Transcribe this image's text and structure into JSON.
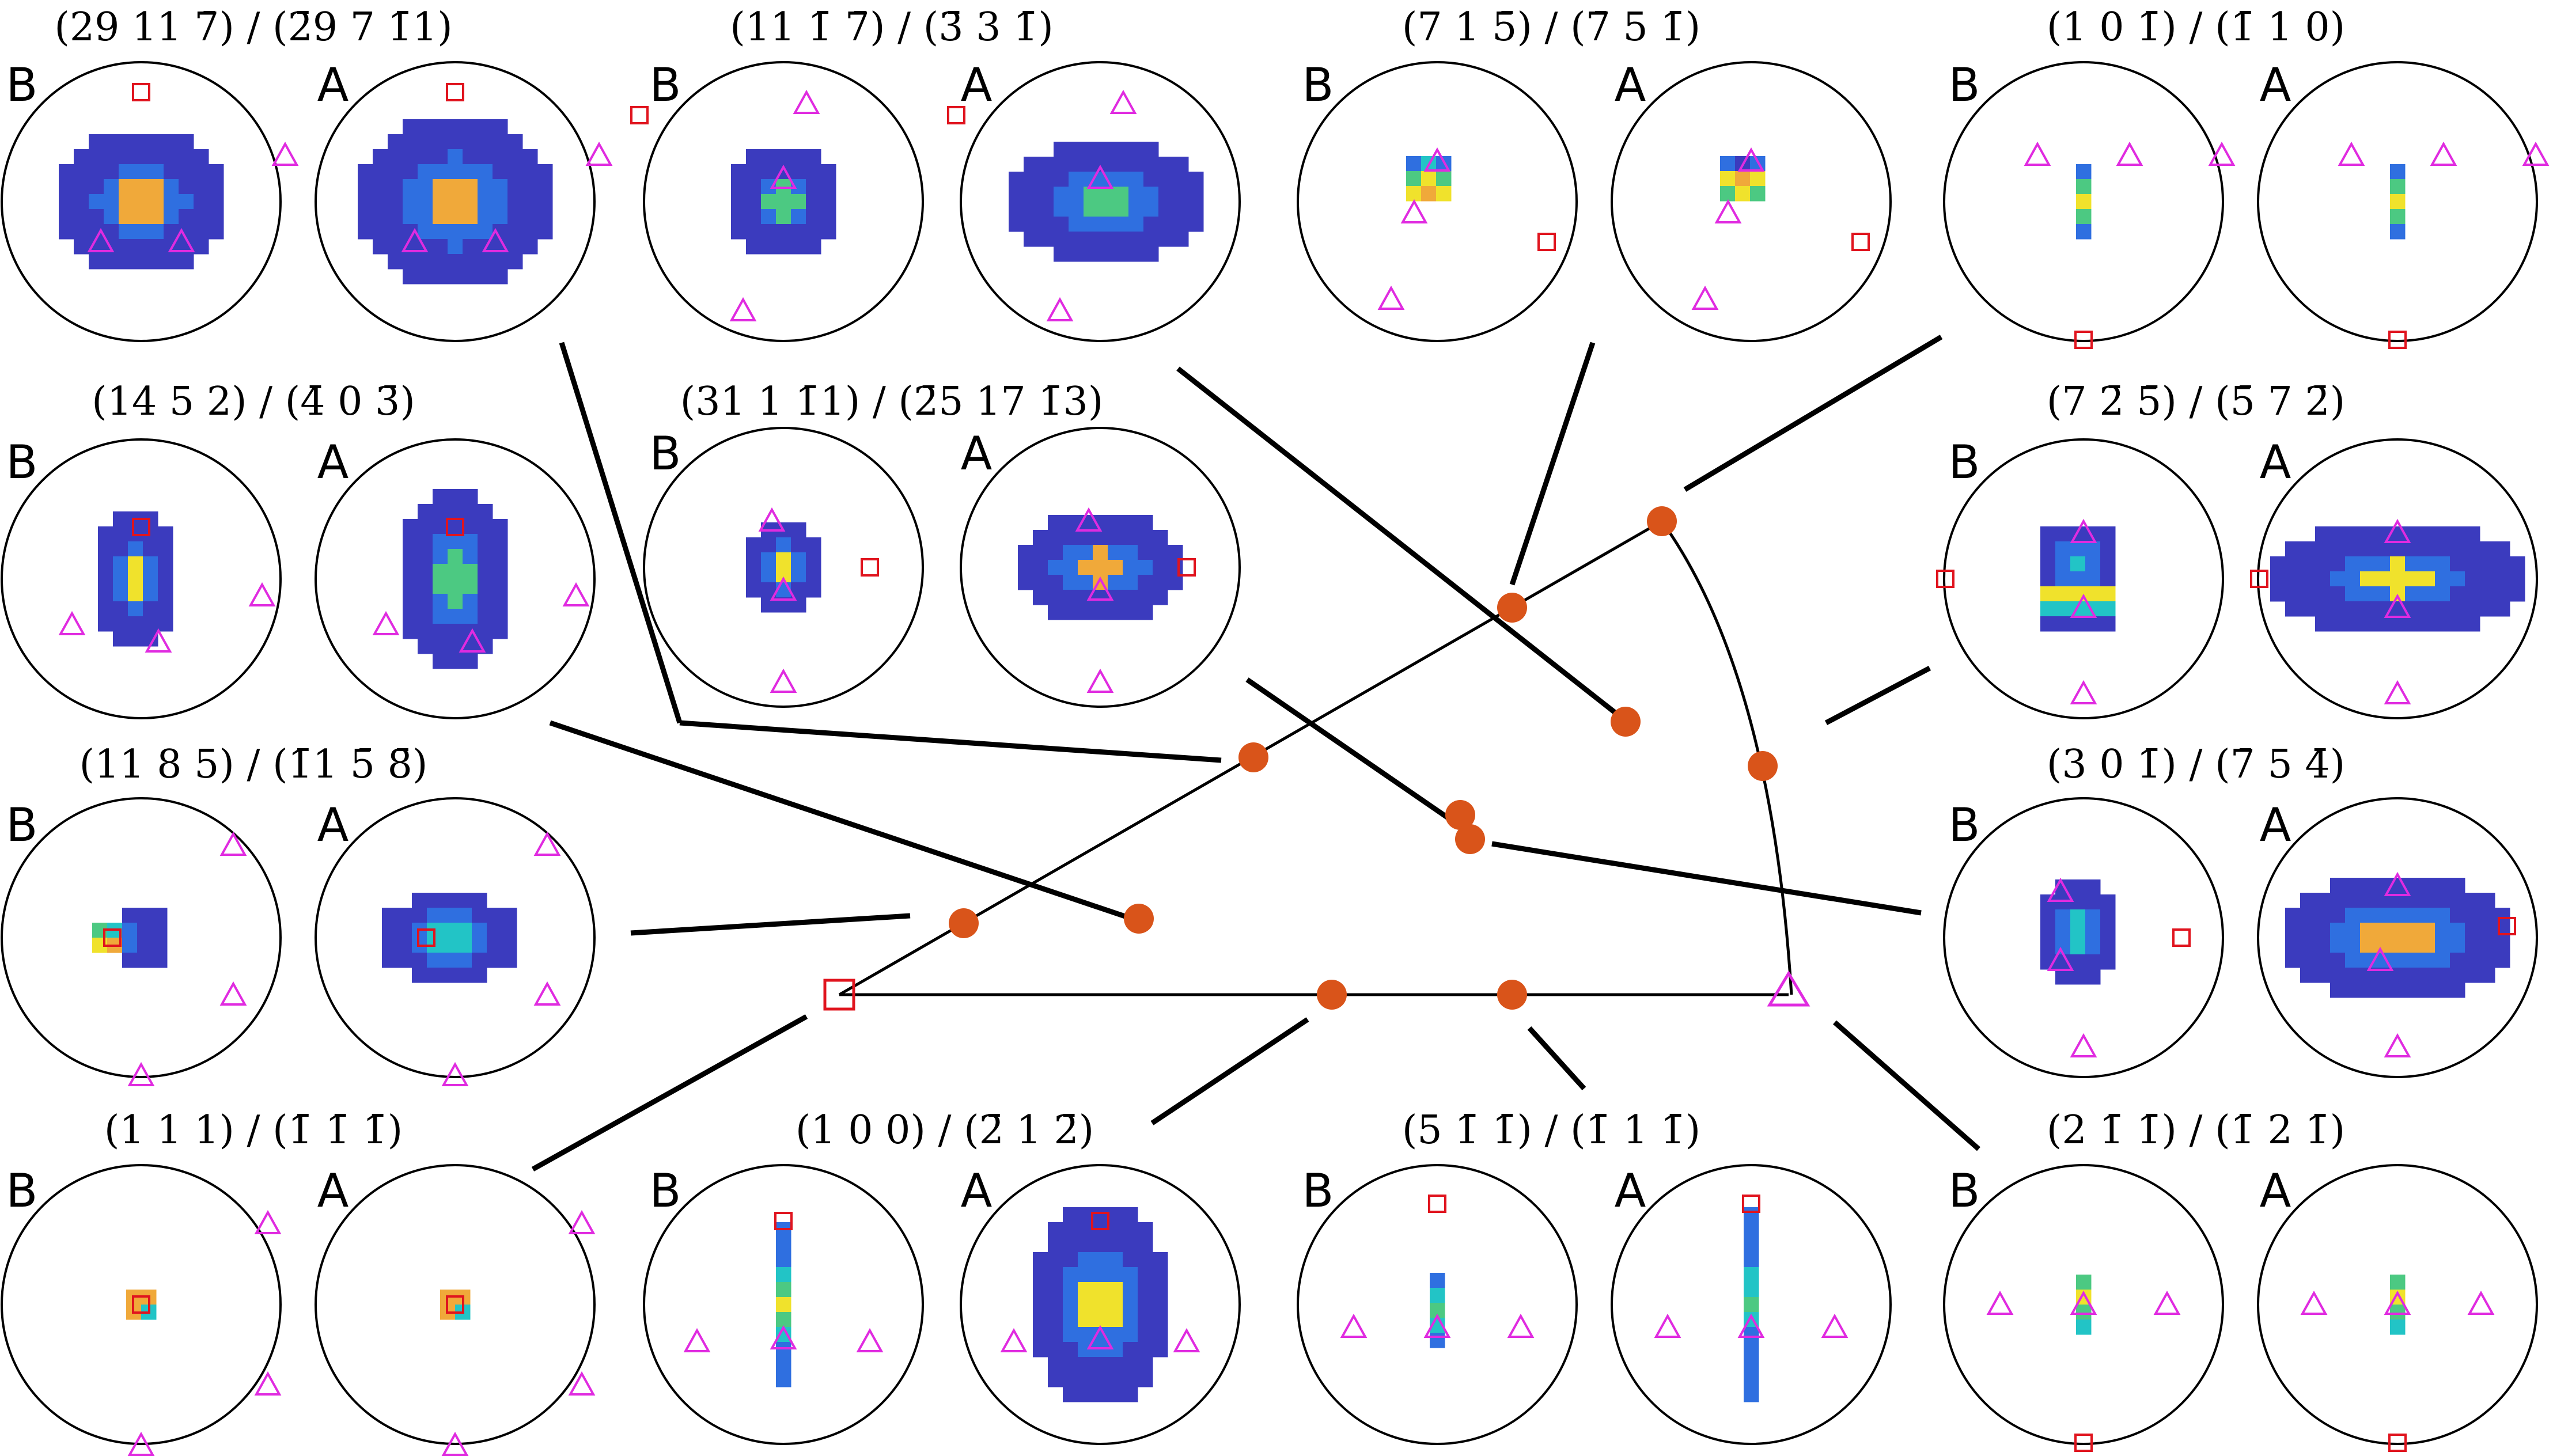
{
  "colors": {
    "pixel_low": "#3b3bbe",
    "pixel_mid": "#2f6fe0",
    "pixel_cyan": "#22c4c6",
    "pixel_green": "#4cc982",
    "pixel_yellow": "#f0e22c",
    "pixel_orange": "#f0a93a",
    "triangle_marker": "#e02be0",
    "square_marker": "#e0141e",
    "dot_marker": "#d9541a"
  },
  "icons": {
    "triangle": "triangle-icon",
    "square": "square-icon",
    "dot": "dot-icon"
  },
  "panels": [
    {
      "title": "(29 11 7̄) / (2̄9 7 1̄1)",
      "left_label": "B",
      "right_label": "A"
    },
    {
      "title": "(11 1̄ 7̄) / (3̄ 3 1̄)",
      "left_label": "B",
      "right_label": "A"
    },
    {
      "title": "(7 1 5̄) / (7̄ 5 1̄)",
      "left_label": "B",
      "right_label": "A"
    },
    {
      "title": "(1 0 1̄) / (1̄ 1 0)",
      "left_label": "B",
      "right_label": "A"
    },
    {
      "title": "(14 5 2) / (4̄ 0 3̄)",
      "left_label": "B",
      "right_label": "A"
    },
    {
      "title": "(31 1 1̄1) / (2̄5 17 1̄3)",
      "left_label": "B",
      "right_label": "A"
    },
    {
      "title": "(7 2̄ 5̄) / (5̄ 7 2̄)",
      "left_label": "B",
      "right_label": "A"
    },
    {
      "title": "(11 8 5) / (1̄1 5̄ 8̄)",
      "left_label": "B",
      "right_label": "A"
    },
    {
      "title": "(3 0 1̄) / (7̄ 5 4̄)",
      "left_label": "B",
      "right_label": "A"
    },
    {
      "title": "(1 1 1) / (1̄ 1̄ 1̄)",
      "left_label": "B",
      "right_label": "A"
    },
    {
      "title": "(1 0 0) / (2̄ 1 2̄)",
      "left_label": "B",
      "right_label": "A"
    },
    {
      "title": "(5 1̄ 1̄) / (1̄ 1 1̄)",
      "left_label": "B",
      "right_label": "A"
    },
    {
      "title": "(2 1̄ 1̄) / (1̄ 2 1̄)",
      "left_label": "B",
      "right_label": "A"
    }
  ]
}
